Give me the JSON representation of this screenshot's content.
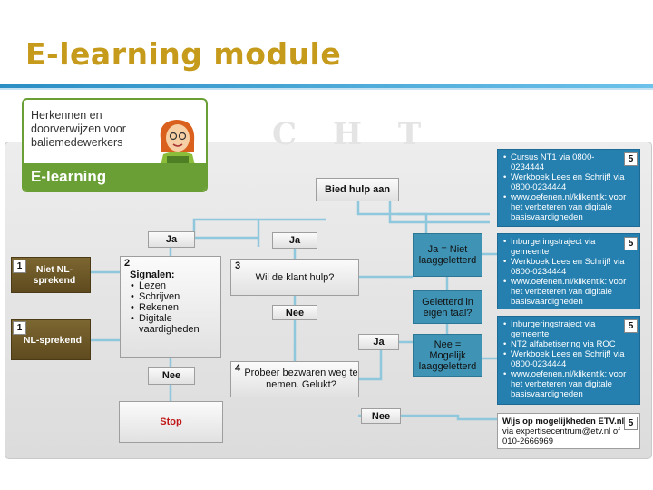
{
  "title": "E-learning module",
  "background_letters": "C H T",
  "logo": {
    "text_lines": [
      "Herkennen en",
      "doorverwijzen voor",
      "baliemedewerkers"
    ],
    "band_label": "E-learning"
  },
  "steps": {
    "non_speaker": {
      "number": "1",
      "label": "Niet NL-sprekend"
    },
    "speaker": {
      "number": "1",
      "label": "NL-sprekend"
    },
    "signals": {
      "number": "2",
      "heading": "Signalen:",
      "items": [
        "Lezen",
        "Schrijven",
        "Rekenen",
        "Digitale vaardigheden"
      ]
    },
    "ask_help": {
      "number": "3",
      "label": "Wil de klant hulp?"
    },
    "objections": {
      "number": "4",
      "label": "Probeer bezwaren weg te nemen. Gelukt?"
    }
  },
  "answers": {
    "ja_left": "Ja",
    "ja_mid": "Ja",
    "nee_mid": "Nee",
    "nee_left": "Nee",
    "ja_right": "Ja",
    "nee_right": "Nee"
  },
  "offer_help": "Bied hulp aan",
  "stop": "Stop",
  "teal": {
    "ja": "Ja = Niet laaggeletterd",
    "literate": "Geletterd in eigen taal?",
    "nee": "Nee = Mogelijk laaggeletterd"
  },
  "referrals": [
    {
      "number": "5",
      "items": [
        "Cursus NT1 via 0800-0234444",
        "Werkboek Lees en Schrijf! via 0800-0234444",
        "www.oefenen.nl/klikentik: voor het verbeteren van digitale basisvaardigheden"
      ]
    },
    {
      "number": "5",
      "items": [
        "Inburgeringstraject via gemeente",
        "Werkboek Lees en Schrijf! via 0800-0234444",
        "www.oefenen.nl/klikentik: voor het verbeteren van digitale basisvaardigheden"
      ]
    },
    {
      "number": "5",
      "items": [
        "Inburgeringstraject via gemeente",
        "NT2 alfabetisering via ROC",
        "Werkboek Lees en Schrijf! via 0800-0234444",
        "www.oefenen.nl/klikentik: voor het verbeteren van digitale basisvaardigheden"
      ]
    }
  ],
  "etv": {
    "number": "5",
    "lines": [
      "Wijs op mogelijkheden ETV.nl",
      "via expertisecentrum@etv.nl of",
      "010-2666969"
    ]
  },
  "colors": {
    "accent": "#c69a1a",
    "blue": "#2580b0",
    "teal": "#3f93b4",
    "brown": "#6d5725",
    "logo_green": "#6a9f35"
  }
}
